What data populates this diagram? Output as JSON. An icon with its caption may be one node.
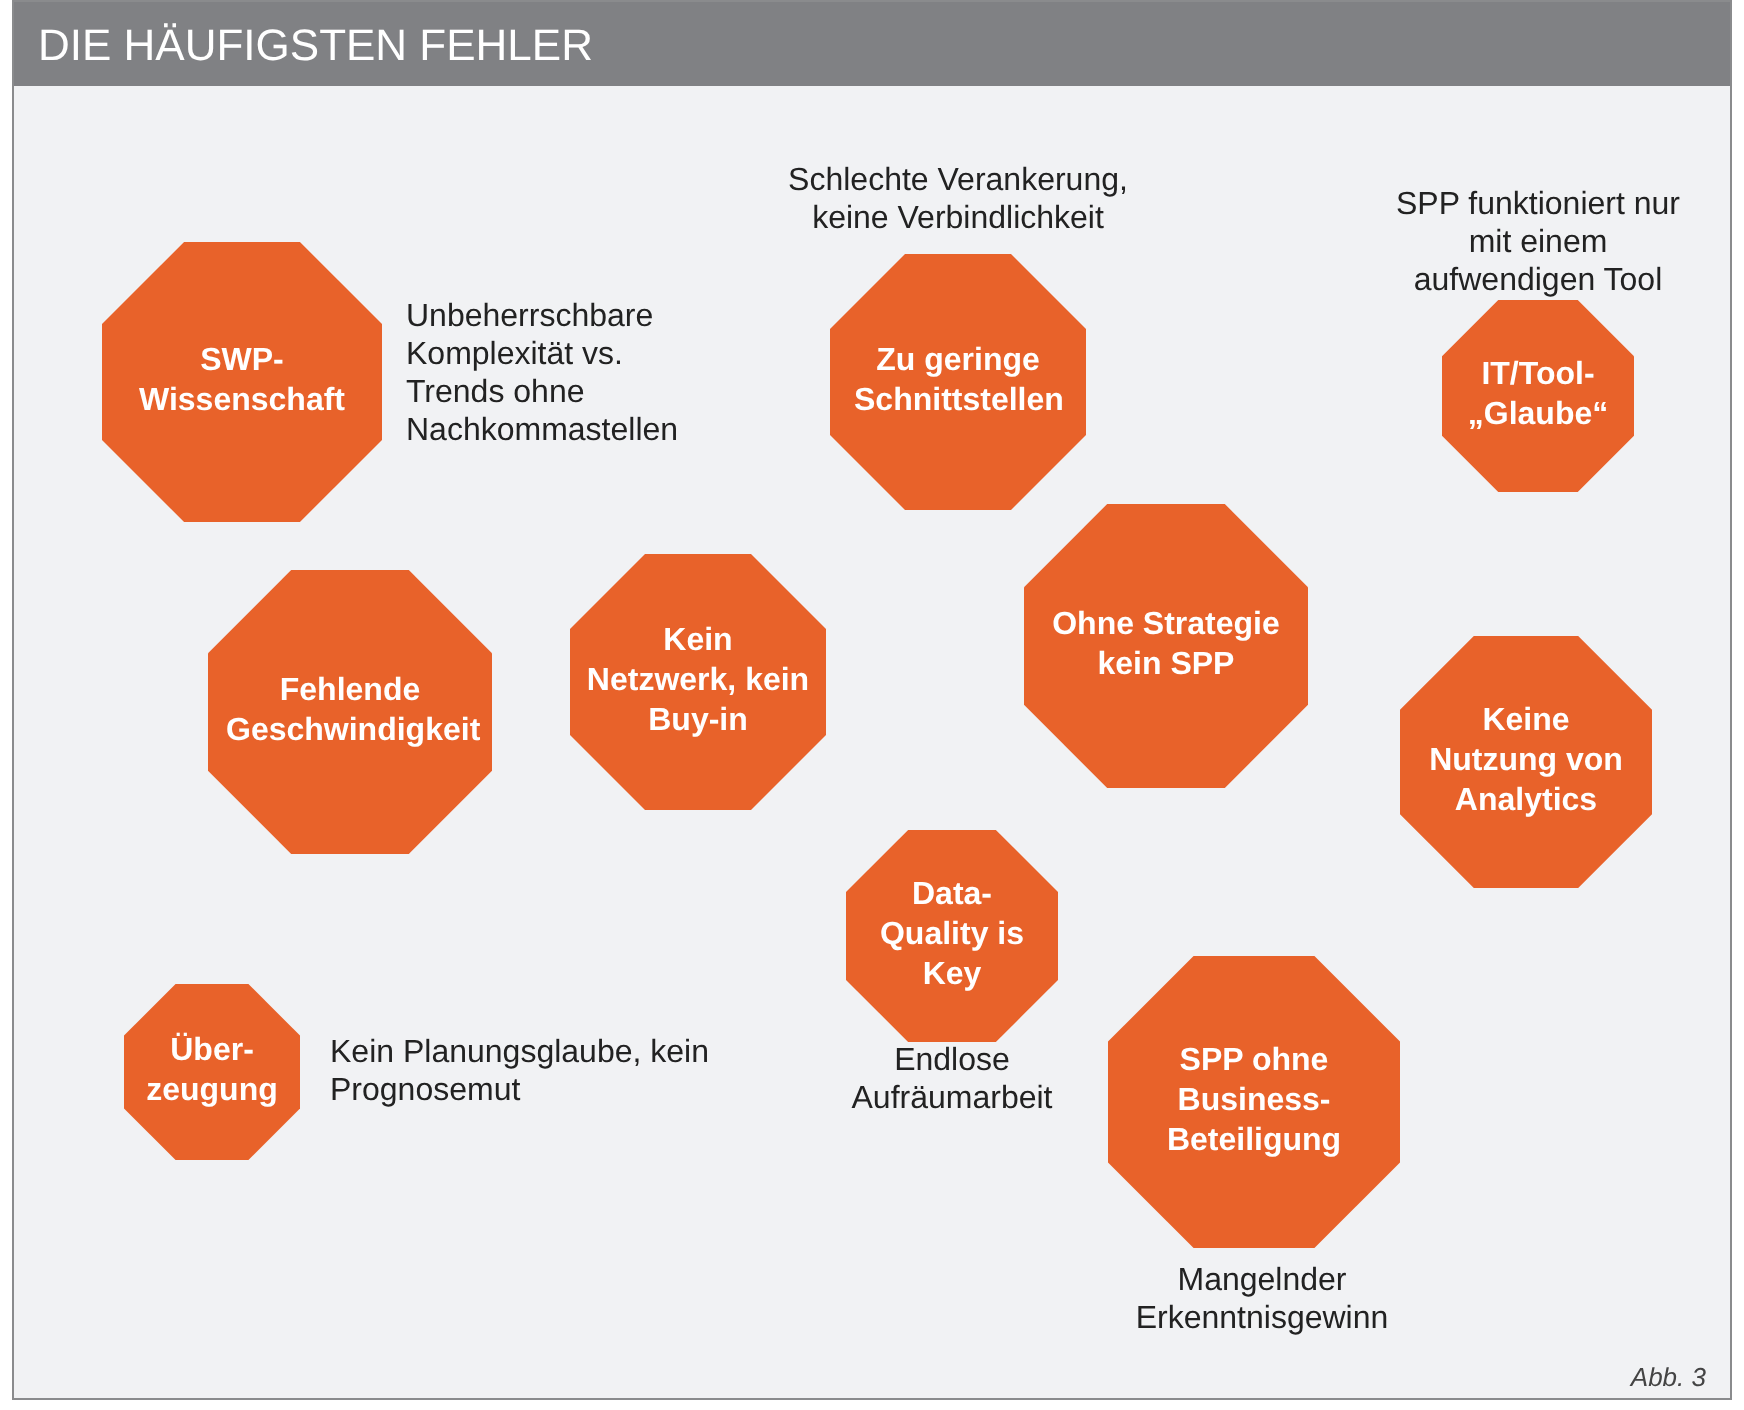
{
  "diagram": {
    "title": "DIE HÄUFIGSTEN FEHLER",
    "nodes": [
      {
        "text": [
          "SWP- Wissenschaft"
        ],
        "beside": [
          "Unbeherrschbare Komplexität vs. Trends ohne Nachkommastellen"
        ]
      },
      {
        "text": [
          "Zu geringe Schnittstellen"
        ],
        "beside": [
          "Schlechte Verankerung, keine Verbindlichkeit"
        ]
      },
      {
        "text": [
          "IT/Tool- „Glaube“"
        ],
        "beside": [
          "SPP funktioniert nur mit einem aufwendigen Tool"
        ]
      },
      {
        "text": [
          "Fehlende Geschwindigkeit"
        ]
      },
      {
        "text": [
          "Kein Netzwerk, kein Buy-in"
        ]
      },
      {
        "text": [
          "Ohne Strategie kein SPP"
        ]
      },
      {
        "text": [
          "Keine Nutzung von Analytics"
        ]
      },
      {
        "text": [
          "Data-Quality is Key"
        ],
        "beside": [
          "Endlose Aufräumarbeit"
        ]
      },
      {
        "text": [
          "Über- zeugung"
        ],
        "beside": [
          "Kein Planungsglaube, kein Prognosemut"
        ]
      },
      {
        "text": [
          "SPP ohne Business- Beteiligung"
        ],
        "beside": [
          "Mangelnder Erkenntnisgewinn"
        ]
      }
    ],
    "labels": [
      "Abb. 3"
    ]
  }
}
